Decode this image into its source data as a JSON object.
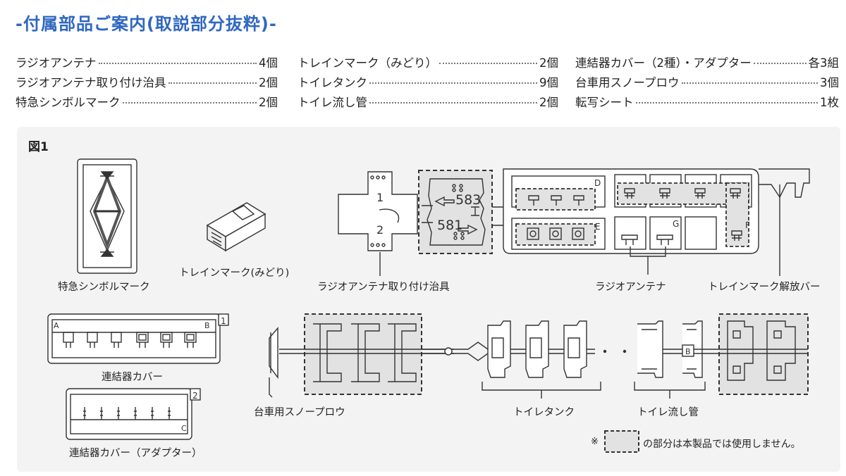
{
  "title": "-付属部品ご案内(取説部分抜粋)-",
  "parts": [
    {
      "name": "ラジオアンテナ",
      "qty": "4個"
    },
    {
      "name": "トレインマーク（みどり）",
      "qty": "2個"
    },
    {
      "name": "連結器カバー（2種）・アダプター",
      "qty": "各3組"
    },
    {
      "name": "ラジオアンテナ取り付け治具",
      "qty": "2個"
    },
    {
      "name": "トイレタンク",
      "qty": "9個"
    },
    {
      "name": "台車用スノープロウ",
      "qty": "3個"
    },
    {
      "name": "特急シンボルマーク",
      "qty": "2個"
    },
    {
      "name": "トイレ流し管",
      "qty": "2個"
    },
    {
      "name": "転写シート",
      "qty": "1枚"
    }
  ],
  "figure": {
    "label": "図1",
    "labels": {
      "symbol_mark": "特急シンボルマーク",
      "train_mark": "トレインマーク(みどり)",
      "antenna_jig": "ラジオアンテナ取り付け治具",
      "antenna": "ラジオアンテナ",
      "release_bar": "トレインマーク解放バー",
      "coupler_cover": "連結器カバー",
      "coupler_adapter": "連結器カバー（アダプター）",
      "snowplow": "台車用スノープロウ",
      "toilet_tank": "トイレタンク",
      "toilet_pipe": "トイレ流し管"
    },
    "sprue_letters": {
      "a": "A",
      "b": "B",
      "b2": "B",
      "c": "C",
      "d": "D",
      "e": "E",
      "f": "F",
      "g": "G"
    },
    "sprue_numbers": {
      "one": "1",
      "two": "2"
    },
    "jig_numbers": {
      "top": "1",
      "bottom": "2"
    },
    "plate_numbers": {
      "top": "583",
      "bottom": "581"
    },
    "note": {
      "mark": "※",
      "text": "の部分は本製品では使用しません。"
    }
  }
}
